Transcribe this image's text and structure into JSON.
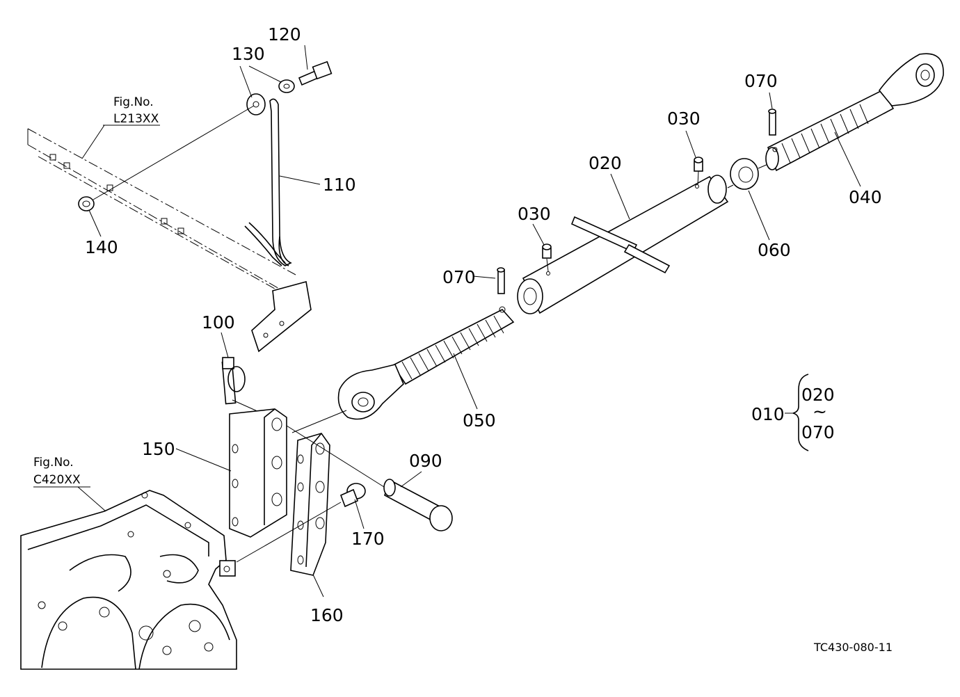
{
  "figure_refs": {
    "top": {
      "label": "Fig.No.",
      "code": "L213XX"
    },
    "bottom": {
      "label": "Fig.No.",
      "code": "C420XX"
    }
  },
  "callouts": {
    "p010": "010",
    "p020": "020",
    "p030a": "030",
    "p030b": "030",
    "p040": "040",
    "p050": "050",
    "p060": "060",
    "p070a": "070",
    "p070b": "070",
    "p090": "090",
    "p100": "100",
    "p110": "110",
    "p120": "120",
    "p130": "130",
    "p140": "140",
    "p150": "150",
    "p160": "160",
    "p170": "170"
  },
  "assembly_range": {
    "from": "020",
    "tilde": "~",
    "to": "070"
  },
  "drawing_code": "TC430-080-11"
}
